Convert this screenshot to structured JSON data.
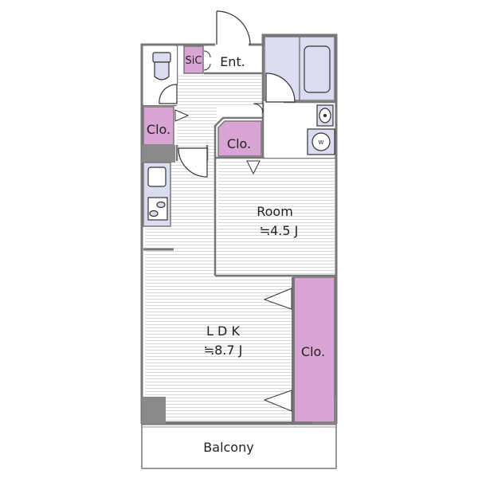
{
  "rooms": {
    "entrance": "Ent.",
    "shoe_closet": "SiC",
    "closet_left": "Clo.",
    "closet_center": "Clo.",
    "closet_right": "Clo.",
    "room_name": "Room",
    "room_size": "≒4.5 J",
    "ldk_name": "L D K",
    "ldk_size": "≒8.7 J",
    "balcony": "Balcony",
    "washer_mark": "W"
  },
  "colors": {
    "closet": "#d9a5d4",
    "fixture": "#dcdcf0",
    "wall": "#777777",
    "pillar": "#8a8a8a",
    "floor_line": "#dddddd"
  }
}
